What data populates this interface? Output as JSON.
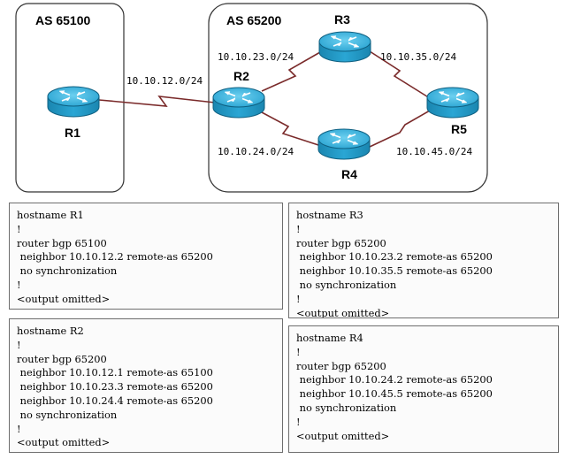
{
  "diagram": {
    "as_left": "AS 65100",
    "as_right": "AS 65200",
    "routers": {
      "r1": "R1",
      "r2": "R2",
      "r3": "R3",
      "r4": "R4",
      "r5": "R5"
    },
    "links": {
      "r1_r2": "10.10.12.0/24",
      "r2_r3": "10.10.23.0/24",
      "r2_r4": "10.10.24.0/24",
      "r3_r5": "10.10.35.0/24",
      "r4_r5": "10.10.45.0/24"
    },
    "colors": {
      "router_body": "#1f9dc8",
      "router_top": "#3fb7df",
      "link": "#7a2a2a",
      "as_border": "#333333"
    }
  },
  "configs": {
    "r1": "hostname R1\n!\nrouter bgp 65100\n neighbor 10.10.12.2 remote-as 65200\n no synchronization\n!\n<output omitted>",
    "r2": "hostname R2\n!\nrouter bgp 65200\n neighbor 10.10.12.1 remote-as 65100\n neighbor 10.10.23.3 remote-as 65200\n neighbor 10.10.24.4 remote-as 65200\n no synchronization\n!\n<output omitted>",
    "r3": "hostname R3\n!\nrouter bgp 65200\n neighbor 10.10.23.2 remote-as 65200\n neighbor 10.10.35.5 remote-as 65200\n no synchronization\n!\n<output omitted>",
    "r4": "hostname R4\n!\nrouter bgp 65200\n neighbor 10.10.24.2 remote-as 65200\n neighbor 10.10.45.5 remote-as 65200\n no synchronization\n!\n<output omitted>"
  }
}
